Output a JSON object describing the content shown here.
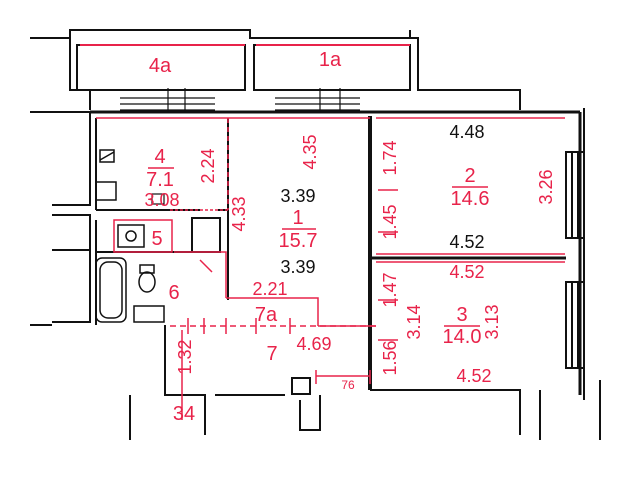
{
  "colors": {
    "wall": "#111111",
    "dimension": "#e8234a",
    "black_label": "#111111",
    "background": "#ffffff"
  },
  "rooms": [
    {
      "id": "4a",
      "number": "4a"
    },
    {
      "id": "1a",
      "number": "1a"
    },
    {
      "id": "4",
      "number": "4",
      "area": "7.1"
    },
    {
      "id": "1",
      "number": "1",
      "area": "15.7"
    },
    {
      "id": "2",
      "number": "2",
      "area": "14.6"
    },
    {
      "id": "3",
      "number": "3",
      "area": "14.0"
    },
    {
      "id": "5",
      "number": "5"
    },
    {
      "id": "6",
      "number": "6"
    },
    {
      "id": "7a",
      "number": "7a"
    },
    {
      "id": "7",
      "number": "7"
    },
    {
      "id": "34",
      "number": "34"
    }
  ],
  "dimensions": {
    "room4_width": "3.08",
    "room4_height": "2.24",
    "room1_height_top": "4.35",
    "room1_height_left": "4.33",
    "room1_width_top": "3.39",
    "room1_width_bottom": "3.39",
    "room7a_width": "2.21",
    "room7_width": "4.69",
    "room7_height": "1.32",
    "room2_width_top": "4.48",
    "room2_width_bottom": "4.52",
    "room2_height_upper": "1.74",
    "room2_height_lower": "1.45",
    "room2_height_right": "3.26",
    "room3_width_top": "4.52",
    "room3_width_bottom": "4.52",
    "room3_height_left": "3.14",
    "room3_height_right": "3.13",
    "room3_height_upper": "1.47",
    "room3_height_lower": "1.56",
    "door_width": "76"
  }
}
